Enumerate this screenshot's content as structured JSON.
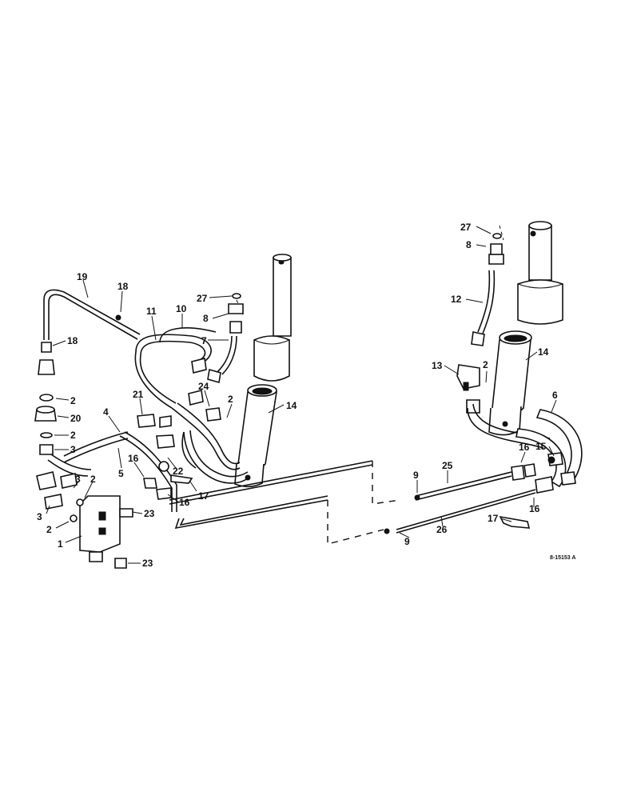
{
  "drawing_code": "8-15153 A",
  "callouts": [
    {
      "id": "c27a",
      "text": "27"
    },
    {
      "id": "c8a",
      "text": "8"
    },
    {
      "id": "c12",
      "text": "12"
    },
    {
      "id": "c13",
      "text": "13"
    },
    {
      "id": "c2a",
      "text": "2"
    },
    {
      "id": "c14a",
      "text": "14"
    },
    {
      "id": "c6",
      "text": "6"
    },
    {
      "id": "c16a",
      "text": "16"
    },
    {
      "id": "c15",
      "text": "15"
    },
    {
      "id": "c9a",
      "text": "9"
    },
    {
      "id": "c25",
      "text": "25"
    },
    {
      "id": "c16b",
      "text": "16"
    },
    {
      "id": "c17a",
      "text": "17"
    },
    {
      "id": "c26",
      "text": "26"
    },
    {
      "id": "c9b",
      "text": "9"
    },
    {
      "id": "c19",
      "text": "19"
    },
    {
      "id": "c18a",
      "text": "18"
    },
    {
      "id": "c18b",
      "text": "18"
    },
    {
      "id": "c11",
      "text": "11"
    },
    {
      "id": "c10",
      "text": "10"
    },
    {
      "id": "c27b",
      "text": "27"
    },
    {
      "id": "c8b",
      "text": "8"
    },
    {
      "id": "c7",
      "text": "7"
    },
    {
      "id": "c2b",
      "text": "2"
    },
    {
      "id": "c20",
      "text": "20"
    },
    {
      "id": "c2c",
      "text": "2"
    },
    {
      "id": "c3a",
      "text": "3"
    },
    {
      "id": "c4",
      "text": "4"
    },
    {
      "id": "c21",
      "text": "21"
    },
    {
      "id": "c24",
      "text": "24"
    },
    {
      "id": "c2d",
      "text": "2"
    },
    {
      "id": "c14b",
      "text": "14"
    },
    {
      "id": "c5",
      "text": "5"
    },
    {
      "id": "c16c",
      "text": "16"
    },
    {
      "id": "c22",
      "text": "22"
    },
    {
      "id": "c16d",
      "text": "16"
    },
    {
      "id": "c17b",
      "text": "17"
    },
    {
      "id": "c3b",
      "text": "3"
    },
    {
      "id": "c2e",
      "text": "2"
    },
    {
      "id": "c3c",
      "text": "3"
    },
    {
      "id": "c2f",
      "text": "2"
    },
    {
      "id": "c1",
      "text": "1"
    },
    {
      "id": "c23a",
      "text": "23"
    },
    {
      "id": "c23b",
      "text": "23"
    }
  ]
}
